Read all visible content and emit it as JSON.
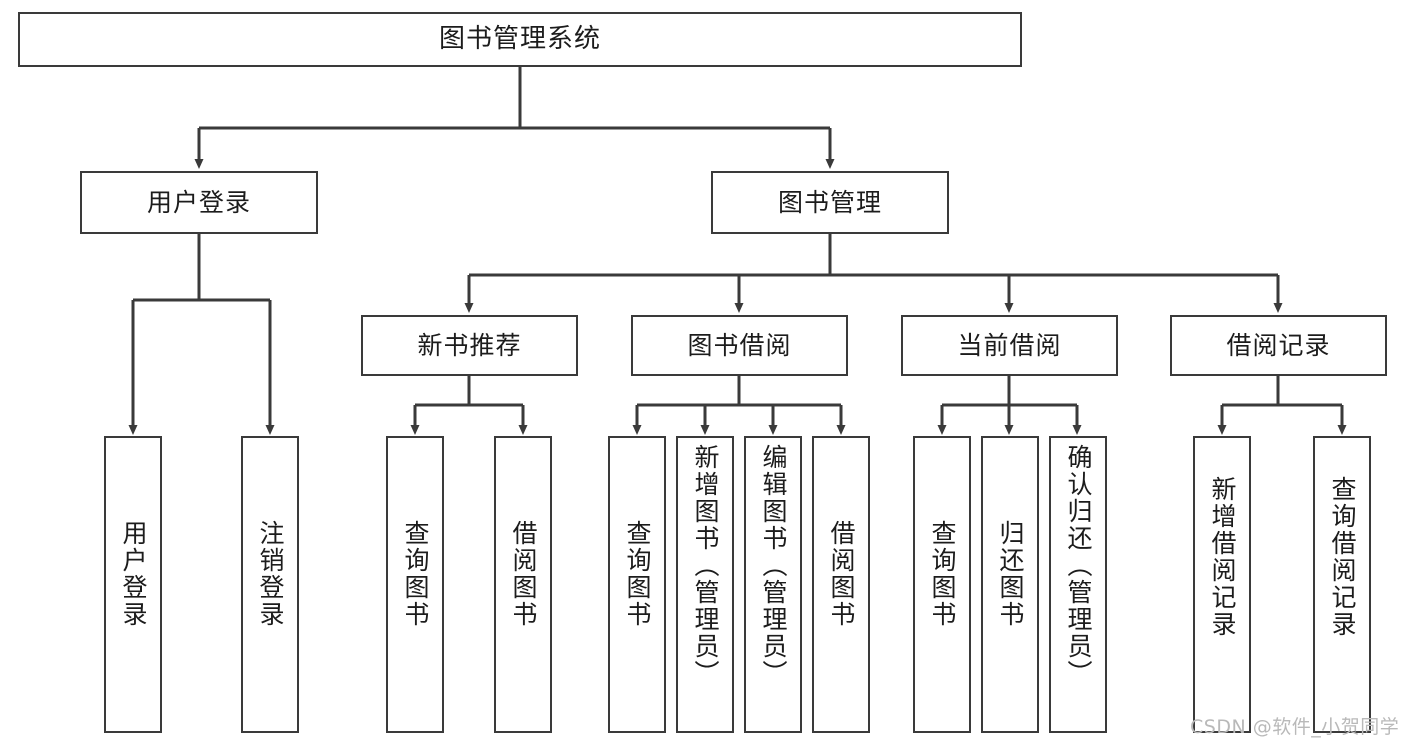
{
  "diagram": {
    "title": "图书管理系统",
    "type": "hierarchy-tree",
    "levels": 4
  },
  "nodes": {
    "root": {
      "label": "图书管理系统"
    },
    "level2": [
      {
        "label": "用户登录"
      },
      {
        "label": "图书管理"
      }
    ],
    "level3": [
      {
        "label": "新书推荐"
      },
      {
        "label": "图书借阅"
      },
      {
        "label": "当前借阅"
      },
      {
        "label": "借阅记录"
      }
    ],
    "leaves": {
      "user_login": [
        {
          "label": "用户登录"
        },
        {
          "label": "注销登录"
        }
      ],
      "new_book_recommend": [
        {
          "label": "查询图书"
        },
        {
          "label": "借阅图书"
        }
      ],
      "book_borrow": [
        {
          "label": "查询图书"
        },
        {
          "label": "新增图书（管理员）"
        },
        {
          "label": "编辑图书（管理员）"
        },
        {
          "label": "借阅图书"
        }
      ],
      "current_borrow": [
        {
          "label": "查询图书"
        },
        {
          "label": "归还图书"
        },
        {
          "label": "确认归还（管理员）"
        }
      ],
      "borrow_record": [
        {
          "label": "新增借阅记录"
        },
        {
          "label": "查询借阅记录"
        }
      ]
    }
  },
  "watermark": {
    "text": "CSDN @软件_小贺同学"
  },
  "colors": {
    "stroke": "#3a3a3a",
    "text": "#1c1c1c",
    "background": "#ffffff",
    "watermark": "#b9b9b9"
  }
}
